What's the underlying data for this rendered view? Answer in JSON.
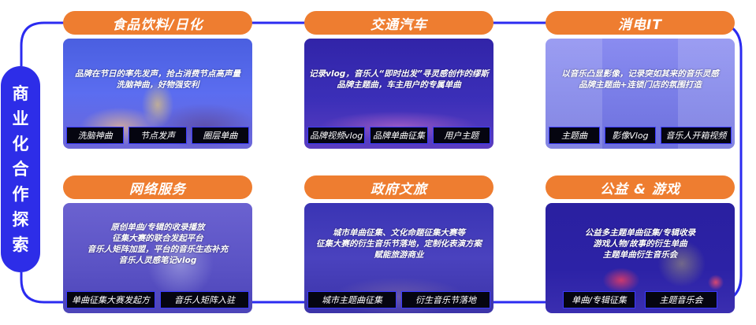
{
  "title": "商业化合作探索",
  "title_chars": [
    "商",
    "业",
    "化",
    "合",
    "作",
    "探",
    "索"
  ],
  "colors": {
    "accent_blue": "#2d2de8",
    "category_orange": "#ee7d30",
    "tag_bg": "#050510",
    "tag_border": "#3a3aff"
  },
  "categories": [
    {
      "name": "食品饮料/日化",
      "description": [
        "品牌在节日的率先发声，抢占消费节点高声量",
        "洗脑神曲，好物强安利"
      ],
      "tags": [
        "洗脑神曲",
        "节点发声",
        "圈层单曲"
      ]
    },
    {
      "name": "交通汽车",
      "description": [
        "记录vlog，音乐人“即时出发”寻灵感创作的缪斯",
        "品牌主题曲，车主用户的专属单曲"
      ],
      "tags": [
        "品牌视频vlog",
        "品牌单曲征集",
        "用户主题"
      ]
    },
    {
      "name": "消电IT",
      "description": [
        "以音乐凸显影像，记录突如其来的音乐灵感",
        "品牌主题曲+连锁门店的氛围打造"
      ],
      "tags": [
        "主题曲",
        "影像Vlog",
        "音乐人开箱视频"
      ]
    },
    {
      "name": "网络服务",
      "description": [
        "原创单曲/专辑的收录播放",
        "征集大赛的联合发起平台",
        "音乐人矩阵加盟，平台的音乐生态补充",
        "音乐人灵感笔记vlog"
      ],
      "tags": [
        "单曲征集大赛发起方",
        "音乐人矩阵入驻"
      ]
    },
    {
      "name": "政府文旅",
      "description": [
        "城市单曲征集、文化命题征集大赛等",
        "征集大赛的衍生音乐节落地，定制化表演方案",
        "赋能旅游商业"
      ],
      "tags": [
        "城市主题曲征集",
        "衍生音乐节落地"
      ]
    },
    {
      "name": "公益 & 游戏",
      "description": [
        "公益多主题单曲征集/专辑收录",
        "游戏人物/故事的衍生单曲",
        "主题单曲衍生音乐会"
      ],
      "tags": [
        "单曲/专辑征集",
        "主题音乐会"
      ]
    }
  ]
}
